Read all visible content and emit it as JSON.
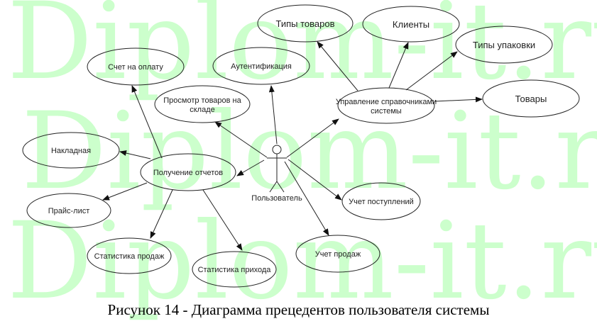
{
  "watermark": "Diplom-it.ru",
  "actor": {
    "label": "Пользователь"
  },
  "use_cases": {
    "types_goods": "Типы товаров",
    "clients": "Клиенты",
    "packaging_types": "Типы упаковки",
    "goods": "Товары",
    "manage_line1": "Управление справочниками",
    "manage_line2": "системы",
    "auth": "Аутентификация",
    "invoice": "Счет на оплату",
    "view_line1": "Просмотр товаров  на",
    "view_line2": "складе",
    "waybill": "Накладная",
    "reports": "Получение отчетов",
    "pricelist": "Прайс-лист",
    "sales_stats": "Статистика продаж",
    "income_stats": "Статистика прихода",
    "sales": "Учет продаж",
    "receipts": "Учет поступлений"
  },
  "caption": "Рисунок 14 -  Диаграмма прецедентов пользователя системы"
}
